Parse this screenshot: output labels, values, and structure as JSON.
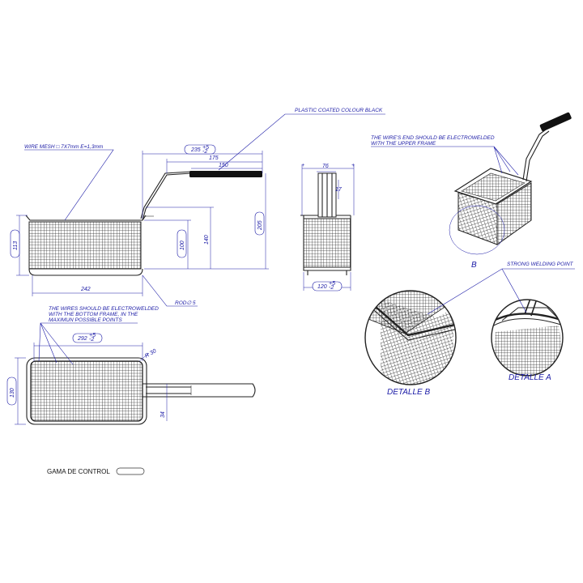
{
  "annotations": {
    "plastic_coated": "PLASTIC COATED COLOUR BLACK",
    "wire_mesh": "WIRE MESH □ 7X7mm E=1,3mm",
    "wires_end": "THE WIRE'S END SHOULD BE ELECTROWELDED",
    "wires_end_2": "WITH THE UPPER FRAME",
    "strong_weld": "STRONG WELDING POINT",
    "bottom_weld_1": "THE WIRES SHOULD BE ELECTROWELDED",
    "bottom_weld_2": "WITH THE BOTTOM FRAME, IN THE",
    "bottom_weld_3": "MAXIMUN POSSIBLE POINTS",
    "rod": "ROD∅ 5"
  },
  "dimensions": {
    "d235": "235",
    "d175": "175",
    "d150": "150",
    "d113": "113",
    "d100": "100",
    "d140": "140",
    "d205": "205",
    "d242": "242",
    "d76": "76",
    "d17": "17",
    "d120": "120",
    "d292": "292",
    "r30": "R 30",
    "d130": "130",
    "d34": "34",
    "tol_plus": "+5",
    "tol_minus": "-2"
  },
  "labels": {
    "view_b": "B",
    "detalle_b": "DETALLE B",
    "detalle_a": "DETALLE A",
    "gama": "GAMA DE CONTROL"
  },
  "colors": {
    "annotation": "#1a1aa6",
    "line": "#222222",
    "handle": "#111111"
  }
}
